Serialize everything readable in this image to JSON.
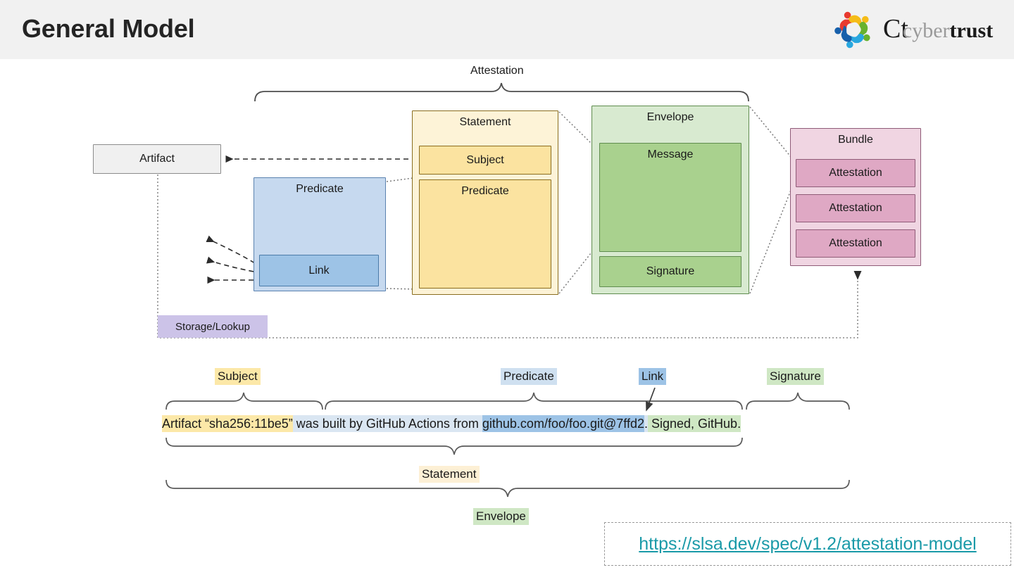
{
  "header": {
    "title": "General Model",
    "logo": {
      "mark_name": "cybertrust-pinwheel-logo",
      "ct_glyph": "Ct",
      "cyber": "cyber",
      "trust": "trust",
      "colors": [
        "#e8392f",
        "#f5bc18",
        "#67b22e",
        "#29a7df",
        "#1760ab"
      ]
    }
  },
  "diagram": {
    "top_brace_label": "Attestation",
    "artifact": {
      "label": "Artifact"
    },
    "predicate_block": {
      "label": "Predicate",
      "link_label": "Link"
    },
    "statement_block": {
      "label": "Statement",
      "subject_label": "Subject",
      "predicate_label": "Predicate"
    },
    "envelope_block": {
      "label": "Envelope",
      "message_label": "Message",
      "signature_label": "Signature"
    },
    "bundle_block": {
      "label": "Bundle",
      "attestations": [
        "Attestation",
        "Attestation",
        "Attestation"
      ]
    },
    "storage_label": "Storage/Lookup",
    "colors": {
      "artifact_fill": "#f0f0f0",
      "predicate_fill": "#c6d9ef",
      "link_fill": "#9dc3e6",
      "statement_fill": "#fdf3d7",
      "statement_inner_fill": "#fbe3a0",
      "envelope_fill": "#d8ead0",
      "envelope_inner_fill": "#a9d18e",
      "bundle_fill": "#f0d5e2",
      "bundle_inner_fill": "#dfa8c4",
      "storage_fill": "#ccc3e8"
    }
  },
  "example": {
    "labels": {
      "subject": "Subject",
      "predicate": "Predicate",
      "link": "Link",
      "signature": "Signature"
    },
    "sentence": {
      "subject_text": "Artifact “sha256:11be5”",
      "predicate_text_a": " was built by GitHub Actions from ",
      "link_text": "github.com/foo/foo.git@7ffd2",
      "predicate_tail": ".",
      "signature_text": " Signed, GitHub."
    },
    "brace_labels": {
      "statement": "Statement",
      "envelope": "Envelope"
    }
  },
  "footer": {
    "url": "https://slsa.dev/spec/v1.2/attestation-model"
  }
}
